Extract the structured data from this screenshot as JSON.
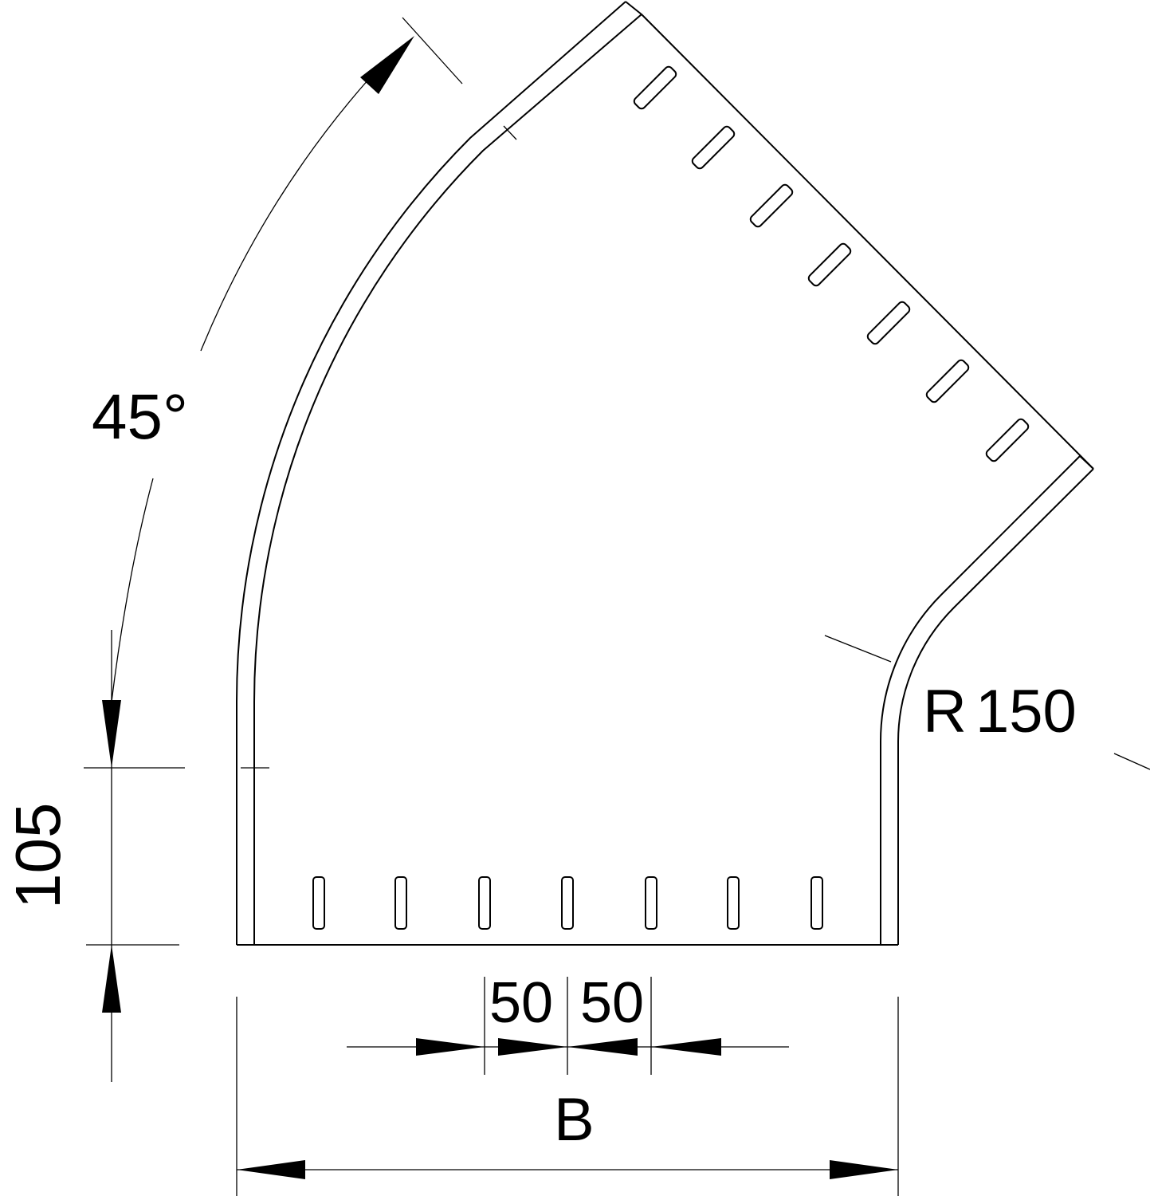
{
  "dimensions": {
    "angle": "45°",
    "height": "105",
    "spacing_left": "50",
    "spacing_right": "50",
    "width": "B",
    "radius": "R 150"
  },
  "colors": {
    "line": "#000000",
    "background": "#ffffff"
  }
}
